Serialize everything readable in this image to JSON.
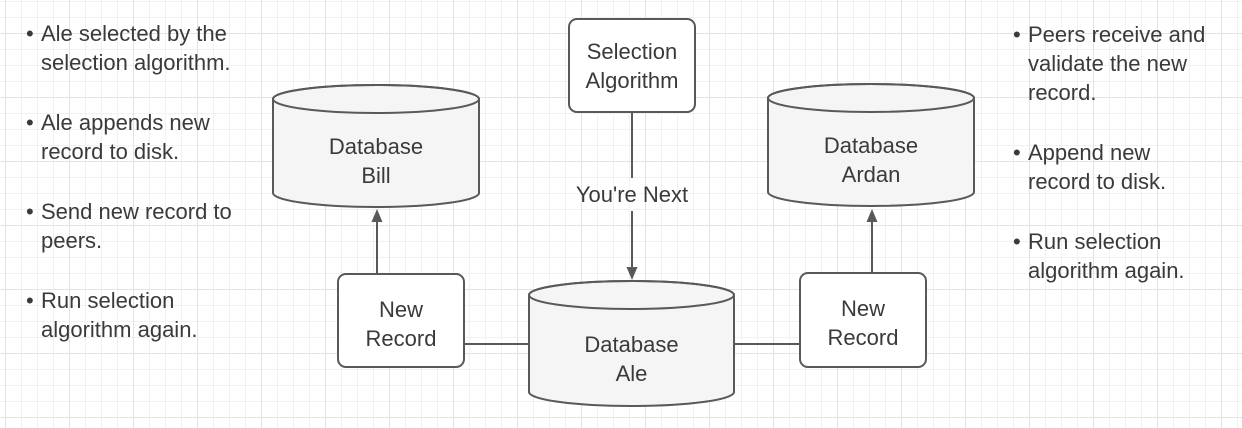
{
  "notes_left": {
    "items": [
      "Ale selected by the\nselection algorithm.",
      "Ale appends new\nrecord to disk.",
      "Send new record to\npeers.",
      "Run selection\nalgorithm again."
    ]
  },
  "notes_right": {
    "items": [
      "Peers receive and\nvalidate the new\nrecord.",
      "Append new\nrecord to disk.",
      "Run selection\nalgorithm again."
    ]
  },
  "nodes": {
    "selection_algorithm": {
      "label": "Selection\nAlgorithm"
    },
    "database_bill": {
      "label": "Database\nBill"
    },
    "database_ale": {
      "label": "Database\nAle"
    },
    "database_ardan": {
      "label": "Database\nArdan"
    },
    "new_record_left": {
      "label": "New\nRecord"
    },
    "new_record_right": {
      "label": "New\nRecord"
    }
  },
  "edges": {
    "selection_to_ale_label": "You're Next"
  },
  "ui": {
    "bullet": "•"
  },
  "colors": {
    "stroke": "#595959",
    "text": "#3a3a3a",
    "cylinder_fill": "#f5f5f5",
    "node_fill": "#ffffff",
    "grid_minor": "#f1f1f1",
    "grid_major": "#e3e3e3"
  }
}
